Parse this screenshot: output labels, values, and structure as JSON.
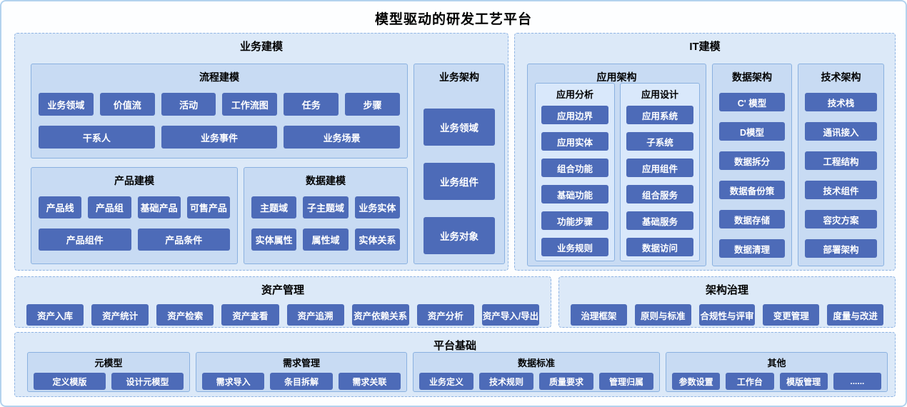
{
  "page": {
    "title": "模型驱动的研发工艺平台"
  },
  "business_modeling": {
    "title": "业务建模",
    "process": {
      "title": "流程建模",
      "row1": [
        "业务领域",
        "价值流",
        "活动",
        "工作流图",
        "任务",
        "步骤"
      ],
      "row2": [
        "干系人",
        "业务事件",
        "业务场景"
      ]
    },
    "product": {
      "title": "产品建模",
      "row1": [
        "产品线",
        "产品组",
        "基础产品",
        "可售产品"
      ],
      "row2": [
        "产品组件",
        "产品条件"
      ]
    },
    "data": {
      "title": "数据建模",
      "row1": [
        "主题域",
        "子主题域",
        "业务实体"
      ],
      "row2": [
        "实体属性",
        "属性域",
        "实体关系"
      ]
    },
    "biz_arch": {
      "title": "业务架构",
      "items": [
        "业务领域",
        "业务组件",
        "业务对象"
      ]
    }
  },
  "it_modeling": {
    "title": "IT建模",
    "app_arch": {
      "title": "应用架构",
      "analysis": {
        "title": "应用分析",
        "items": [
          "应用边界",
          "应用实体",
          "组合功能",
          "基础功能",
          "功能步骤",
          "业务规则"
        ]
      },
      "design": {
        "title": "应用设计",
        "items": [
          "应用系统",
          "子系统",
          "应用组件",
          "组合服务",
          "基础服务",
          "数据访问"
        ]
      }
    },
    "data_arch": {
      "title": "数据架构",
      "items": [
        "C' 模型",
        "D模型",
        "数据拆分",
        "数据备份策",
        "数据存储",
        "数据清理"
      ]
    },
    "tech_arch": {
      "title": "技术架构",
      "items": [
        "技术栈",
        "通讯接入",
        "工程结构",
        "技术组件",
        "容灾方案",
        "部署架构"
      ]
    }
  },
  "asset_management": {
    "title": "资产管理",
    "items": [
      "资产入库",
      "资产统计",
      "资产检索",
      "资产查看",
      "资产追溯",
      "资产依赖关系",
      "资产分析",
      "资产导入/导出"
    ]
  },
  "governance": {
    "title": "架构治理",
    "items": [
      "治理框架",
      "原则与标准",
      "合规性与评审",
      "变更管理",
      "度量与改进"
    ]
  },
  "platform": {
    "title": "平台基础",
    "groups": [
      {
        "title": "元模型",
        "items": [
          "定义模版",
          "设计元模型"
        ]
      },
      {
        "title": "需求管理",
        "items": [
          "需求导入",
          "条目拆解",
          "需求关联"
        ]
      },
      {
        "title": "数据标准",
        "items": [
          "业务定义",
          "技术规则",
          "质量要求",
          "管理归属"
        ]
      },
      {
        "title": "其他",
        "items": [
          "参数设置",
          "工作台",
          "模版管理",
          "......"
        ]
      }
    ]
  },
  "colors": {
    "button": "#4d6bb8",
    "panel_dashed_bg": "#dce9f8",
    "panel_solid_bg": "#c8dbf3",
    "border": "#8ab1e0"
  }
}
